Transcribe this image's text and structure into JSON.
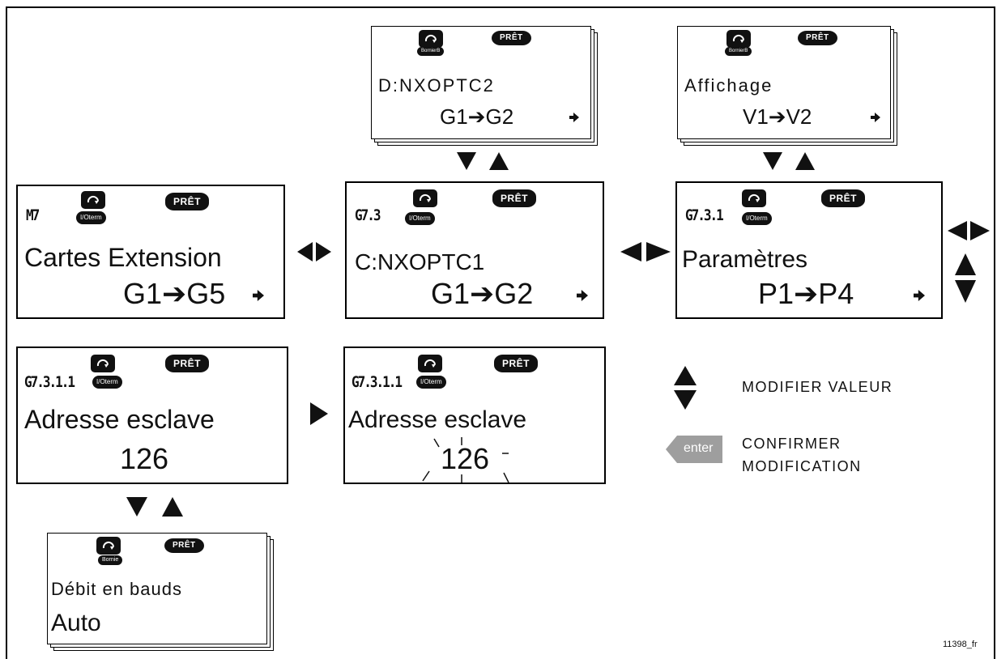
{
  "panels": {
    "m7": {
      "code": "M7",
      "badge": "PRÊT",
      "io": "I/Oterm",
      "title": "Cartes Extension",
      "value": "G1➔G5"
    },
    "g73": {
      "code": "G7.3",
      "badge": "PRÊT",
      "io": "I/Oterm",
      "title": "C:NXOPTC1",
      "value": "G1➔G2"
    },
    "g731": {
      "code": "G7.3.1",
      "badge": "PRÊT",
      "io": "I/Oterm",
      "title": "Paramètres",
      "value": "P1➔P4"
    },
    "d_card": {
      "badge": "PRÊT",
      "io": "BornierB",
      "title": "D:NXOPTC2",
      "value": "G1➔G2"
    },
    "affichage": {
      "badge": "PRÊT",
      "io": "BornierB",
      "title": "Affichage",
      "value": "V1➔V2"
    },
    "addr1": {
      "code": "G7.3.1.1",
      "badge": "PRÊT",
      "io": "I/Oterm",
      "title": "Adresse esclave",
      "value": "126"
    },
    "addr2": {
      "code": "G7.3.1.1",
      "badge": "PRÊT",
      "io": "I/Oterm",
      "title": "Adresse esclave",
      "value": "126"
    },
    "baud": {
      "badge": "PRÊT",
      "io": "Bornie",
      "title": "Débit en bauds",
      "value": "Auto"
    }
  },
  "legend": {
    "modify": "MODIFIER VALEUR",
    "enter_key": "enter",
    "confirm_line1": "CONFIRMER",
    "confirm_line2": "MODIFICATION"
  },
  "figure_id": "11398_fr"
}
